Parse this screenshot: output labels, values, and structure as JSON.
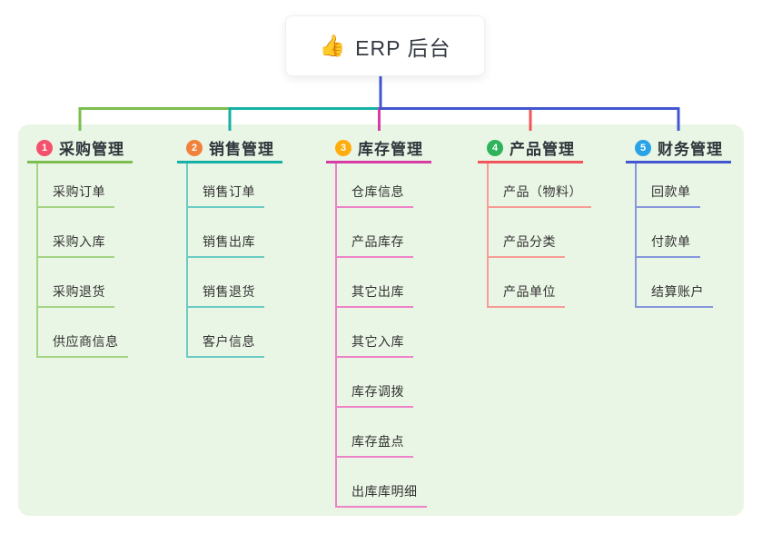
{
  "root": {
    "emoji": "👍",
    "label": "ERP 后台"
  },
  "canvas": {
    "background": "#ffffff",
    "panel_color": "#eaf6e5"
  },
  "branches": [
    {
      "badge": "1",
      "title": "采购管理",
      "badge_color": "#f4516c",
      "line_color": "#7cbe4d",
      "light_color": "#a5d584",
      "children": [
        "采购订单",
        "采购入库",
        "采购退货",
        "供应商信息"
      ]
    },
    {
      "badge": "2",
      "title": "销售管理",
      "badge_color": "#f0823c",
      "line_color": "#14b0a5",
      "light_color": "#6bccc3",
      "children": [
        "销售订单",
        "销售出库",
        "销售退货",
        "客户信息"
      ]
    },
    {
      "badge": "3",
      "title": "库存管理",
      "badge_color": "#ffad0d",
      "line_color": "#d63ca4",
      "light_color": "#ee82c8",
      "children": [
        "仓库信息",
        "产品库存",
        "其它出库",
        "其它入库",
        "库存调拨",
        "库存盘点",
        "出库库明细"
      ]
    },
    {
      "badge": "4",
      "title": "产品管理",
      "badge_color": "#2fb35a",
      "line_color": "#f25459",
      "light_color": "#f89b96",
      "children": [
        "产品（物料）",
        "产品分类",
        "产品单位"
      ]
    },
    {
      "badge": "5",
      "title": "财务管理",
      "badge_color": "#29a3e8",
      "line_color": "#4157d0",
      "light_color": "#8697db",
      "children": [
        "回款单",
        "付款单",
        "结算账户"
      ]
    }
  ]
}
